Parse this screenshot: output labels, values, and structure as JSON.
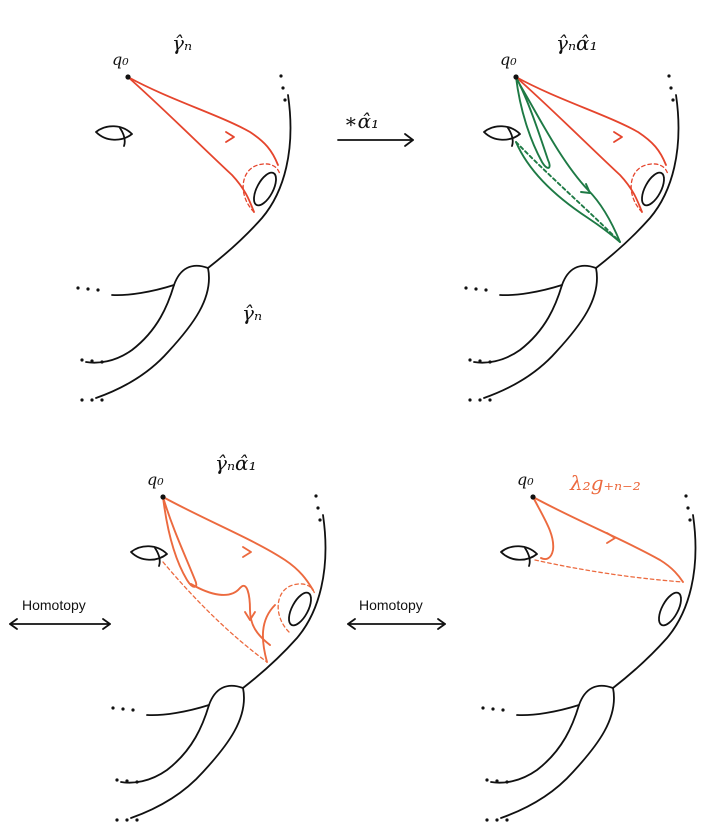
{
  "panels": {
    "top_left": {
      "basepoint": "q₀",
      "label_top": "γ̂ₙ",
      "label_mid": "γ̂ₙ"
    },
    "top_right": {
      "basepoint": "q₀",
      "label_top": "γ̂ₙα̂₁"
    },
    "bottom_left": {
      "basepoint": "q₀",
      "label_top": "γ̂ₙα̂₁"
    },
    "bottom_right": {
      "basepoint": "q₀",
      "label_top": "λ₂g₊ₙ₋₂"
    }
  },
  "arrows": {
    "top": "∗α̂₁",
    "bottom_left": "Homotopy",
    "bottom_middle": "Homotopy"
  },
  "colors": {
    "ink": "#111111",
    "red": "#e5452d",
    "orange": "#ec6a3f",
    "green": "#1e7a45"
  }
}
